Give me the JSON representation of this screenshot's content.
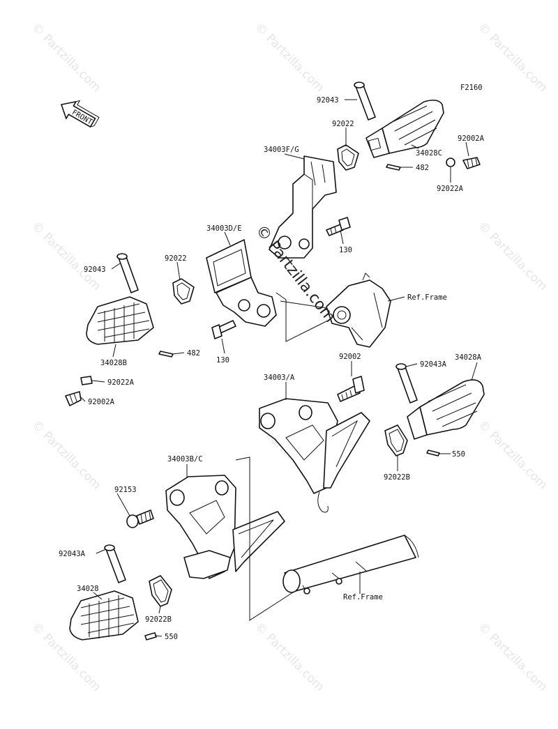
{
  "figure_code": "F2160",
  "front_arrow_label": "FRONT",
  "watermark": {
    "center_text": "© Partzilla.com",
    "tile_text": "© Partzilla.com"
  },
  "labels": {
    "p92043_top": "92043",
    "p92022_top": "92022",
    "p34003fg": "34003F/G",
    "p34028c": "34028C",
    "p92002a_top": "92002A",
    "p482_top": "482",
    "p92022a_top": "92022A",
    "p130_top": "130",
    "p34003de": "34003D/E",
    "p92043_left": "92043",
    "p92022_left": "92022",
    "ref_frame_top": "Ref.Frame",
    "p34028b": "34028B",
    "p482_left": "482",
    "p130_left": "130",
    "p92022a_left": "92022A",
    "p92002a_left": "92002A",
    "p92002_mid": "92002",
    "p34003a": "34003/A",
    "p92043a_right": "92043A",
    "p34028a": "34028A",
    "p550_right": "550",
    "p92022b_right": "92022B",
    "p34003bc": "34003B/C",
    "p92153": "92153",
    "p92043a_left": "92043A",
    "p34028": "34028",
    "p92022b_left": "92022B",
    "p550_left": "550",
    "ref_frame_bottom": "Ref.Frame"
  }
}
